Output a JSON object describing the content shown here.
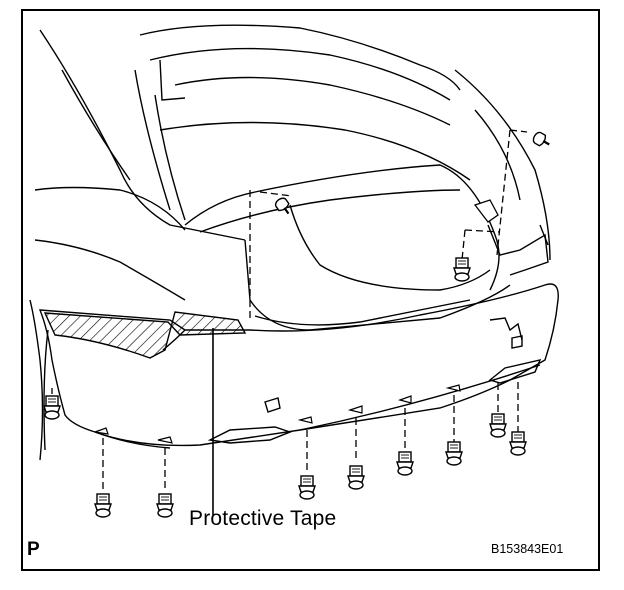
{
  "diagram": {
    "callout_label": "Protective Tape",
    "corner_mark": "P",
    "figure_id": "B153843E01"
  }
}
